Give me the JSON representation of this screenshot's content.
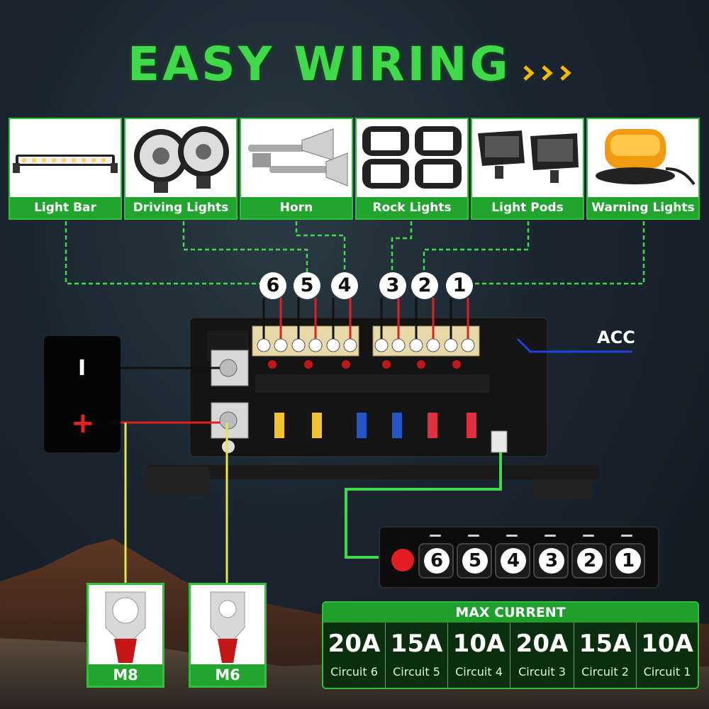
{
  "title": "EASY WIRING",
  "colors": {
    "accent_green": "#3fd94a",
    "label_green": "#21a52e",
    "wire_red": "#e02020",
    "wire_yellow": "#e6e640",
    "wire_blue": "#1f3fe0",
    "arrow_yellow": "#f5b800"
  },
  "accessories": [
    {
      "label": "Light Bar",
      "icon": "light-bar-icon"
    },
    {
      "label": "Driving Lights",
      "icon": "driving-lights-icon"
    },
    {
      "label": "Horn",
      "icon": "horn-icon"
    },
    {
      "label": "Rock Lights",
      "icon": "rock-lights-icon"
    },
    {
      "label": "Light Pods",
      "icon": "light-pods-icon"
    },
    {
      "label": "Warning Lights",
      "icon": "warning-lights-icon"
    }
  ],
  "circuit_numbers": [
    "6",
    "5",
    "4",
    "3",
    "2",
    "1"
  ],
  "battery": {
    "negative": "I",
    "positive": "+"
  },
  "acc_label": "ACC",
  "switch_panel": {
    "buttons": [
      "6",
      "5",
      "4",
      "3",
      "2",
      "1"
    ]
  },
  "lugs": [
    {
      "label": "M8"
    },
    {
      "label": "M6"
    }
  ],
  "max_current": {
    "header": "MAX CURRENT",
    "circuits": [
      {
        "amps": "20A",
        "name": "Circuit 6"
      },
      {
        "amps": "15A",
        "name": "Circuit 5"
      },
      {
        "amps": "10A",
        "name": "Circuit 4"
      },
      {
        "amps": "20A",
        "name": "Circuit 3"
      },
      {
        "amps": "15A",
        "name": "Circuit 2"
      },
      {
        "amps": "10A",
        "name": "Circuit 1"
      }
    ]
  }
}
